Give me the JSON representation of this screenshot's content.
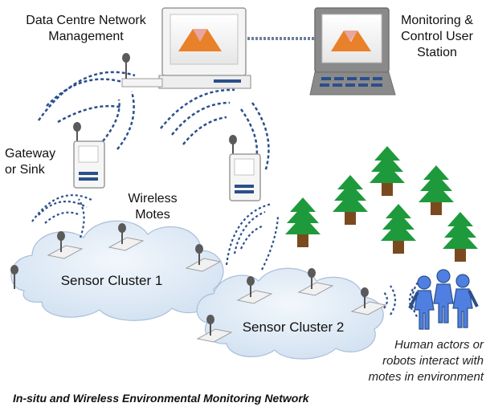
{
  "labels": {
    "data_centre": [
      "Data Centre Network",
      "Management"
    ],
    "monitoring_station": [
      "Monitoring &",
      "Control User",
      "Station"
    ],
    "gateway": [
      "Gateway",
      "or Sink"
    ],
    "wireless_motes": [
      "Wireless",
      "Motes"
    ],
    "sensor_cluster_1": "Sensor Cluster 1",
    "sensor_cluster_2": "Sensor Cluster 2",
    "human_actors": [
      "Human actors or",
      "robots interact with",
      "motes in environment"
    ],
    "caption": "In-situ and Wireless Environmental Monitoring Network"
  },
  "colors": {
    "cloud_fill": "#dfe9f5",
    "cloud_stroke": "#9eb6d4",
    "tree_green": "#1e9a3c",
    "trunk_brown": "#7a4a1e",
    "wave_blue": "#2b4f8c",
    "human_blue": "#3f6fd8",
    "screen_orange": "#e9802a",
    "screen_pink": "#e8a6a0",
    "computer_body": "#f3f3f3",
    "monitor_gray": "#8a8a8a"
  },
  "icons": [
    "desktop-computer-icon",
    "workstation-icon",
    "gateway-sink-icon",
    "mote-icon",
    "tree-icon",
    "person-icon",
    "signal-wave-icon"
  ]
}
